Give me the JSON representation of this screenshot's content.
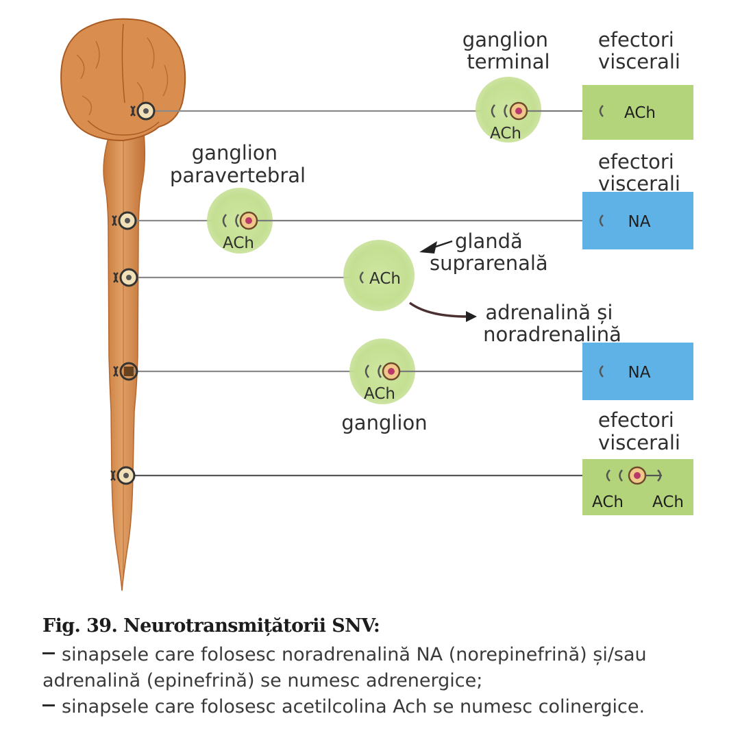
{
  "labels": {
    "ganglion_terminal": [
      "ganglion",
      "terminal"
    ],
    "efectori_1": [
      "efectori",
      "viscerali"
    ],
    "ganglion_paravertebral": [
      "ganglion",
      "paravertebral"
    ],
    "efectori_2": [
      "efectori",
      "viscerali"
    ],
    "glanda": [
      "glandă",
      "suprarenală"
    ],
    "adrenalina": [
      "adrenalină și",
      "noradrenalină"
    ],
    "ganglion": "ganglion",
    "efectori_3": [
      "efectori",
      "viscerali"
    ]
  },
  "transmitters": {
    "row1_ganglion": "ACh",
    "row1_effector": "ACh",
    "row2_ganglion": "ACh",
    "row2_effector": "NA",
    "row3_gland": "ACh",
    "row4_ganglion": "ACh",
    "row4_effector": "NA",
    "row5_effector_left": "ACh",
    "row5_effector_right": "ACh"
  },
  "colors": {
    "cns": "#d98e4f",
    "ganglion_fill": "#c9e39a",
    "ach_box": "#b4d47c",
    "na_box": "#5fb2e6"
  },
  "caption": {
    "title": "Fig. 39. Neurotransmițătorii SNV:",
    "line1": "sinapsele care folosesc noradrenalină NA (norepinefrină) și/sau",
    "line2": "adrenalină (epinefrină) se numesc adrenergice;",
    "line3": "sinapsele care folosesc acetilcolina Ach se numesc colinergice."
  }
}
